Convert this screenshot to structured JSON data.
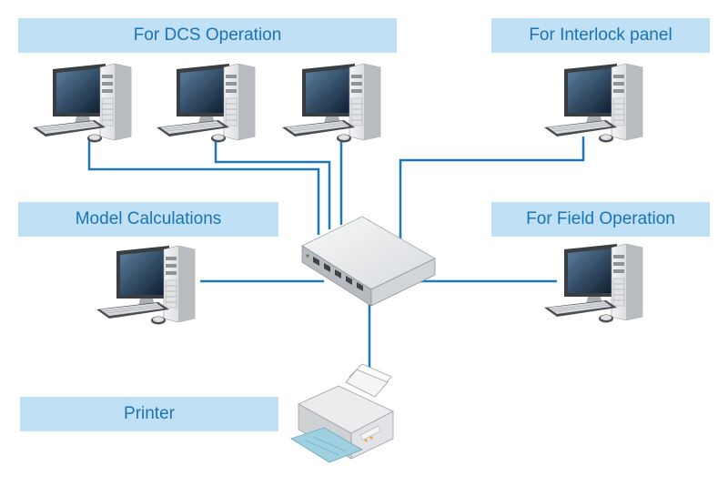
{
  "labels": {
    "dcs": "For DCS Operation",
    "interlock": "For Interlock panel",
    "model": "Model Calculations",
    "field": "For Field Operation",
    "printer": "Printer"
  },
  "colors": {
    "line": "#1f78b4",
    "label_bg": "#bfe0f5",
    "label_text": "#1a73b5"
  },
  "icons": {
    "computer": "desktop-computer-icon",
    "switch": "network-switch-icon",
    "printer": "printer-icon"
  }
}
